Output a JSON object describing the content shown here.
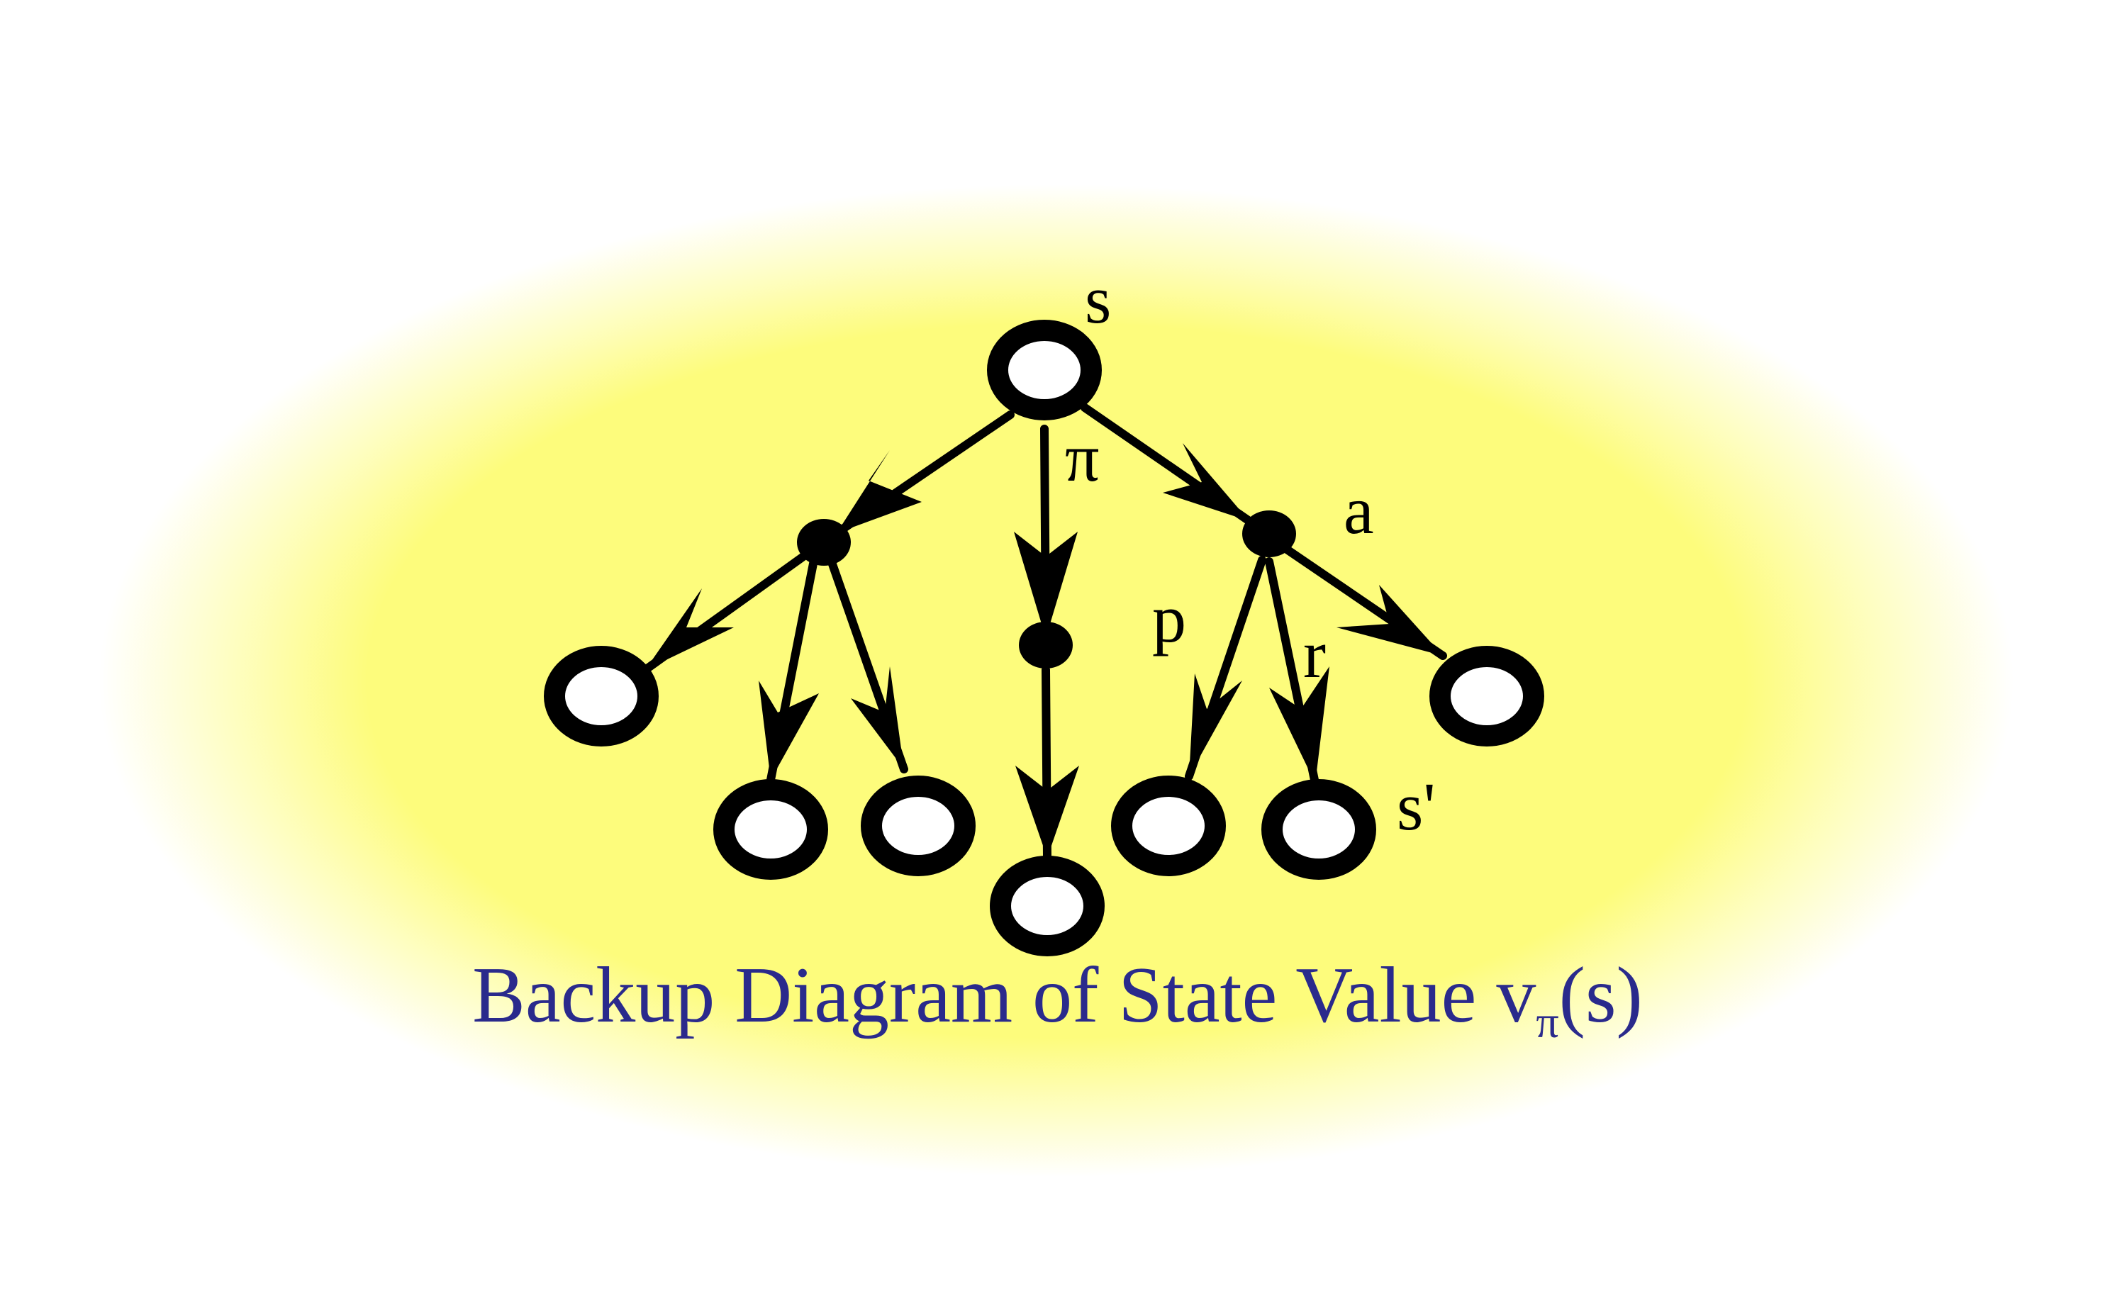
{
  "diagram": {
    "labels": {
      "state": "s",
      "policy": "π",
      "action": "a",
      "probability": "p",
      "reward": "r",
      "next_state": "s'"
    },
    "title": {
      "main": "Backup Diagram of State Value v",
      "subscript": "π",
      "suffix": "(s)"
    },
    "colors": {
      "background": "#fdfc7c",
      "title": "#2a2a8c",
      "node_stroke": "#000000"
    }
  }
}
